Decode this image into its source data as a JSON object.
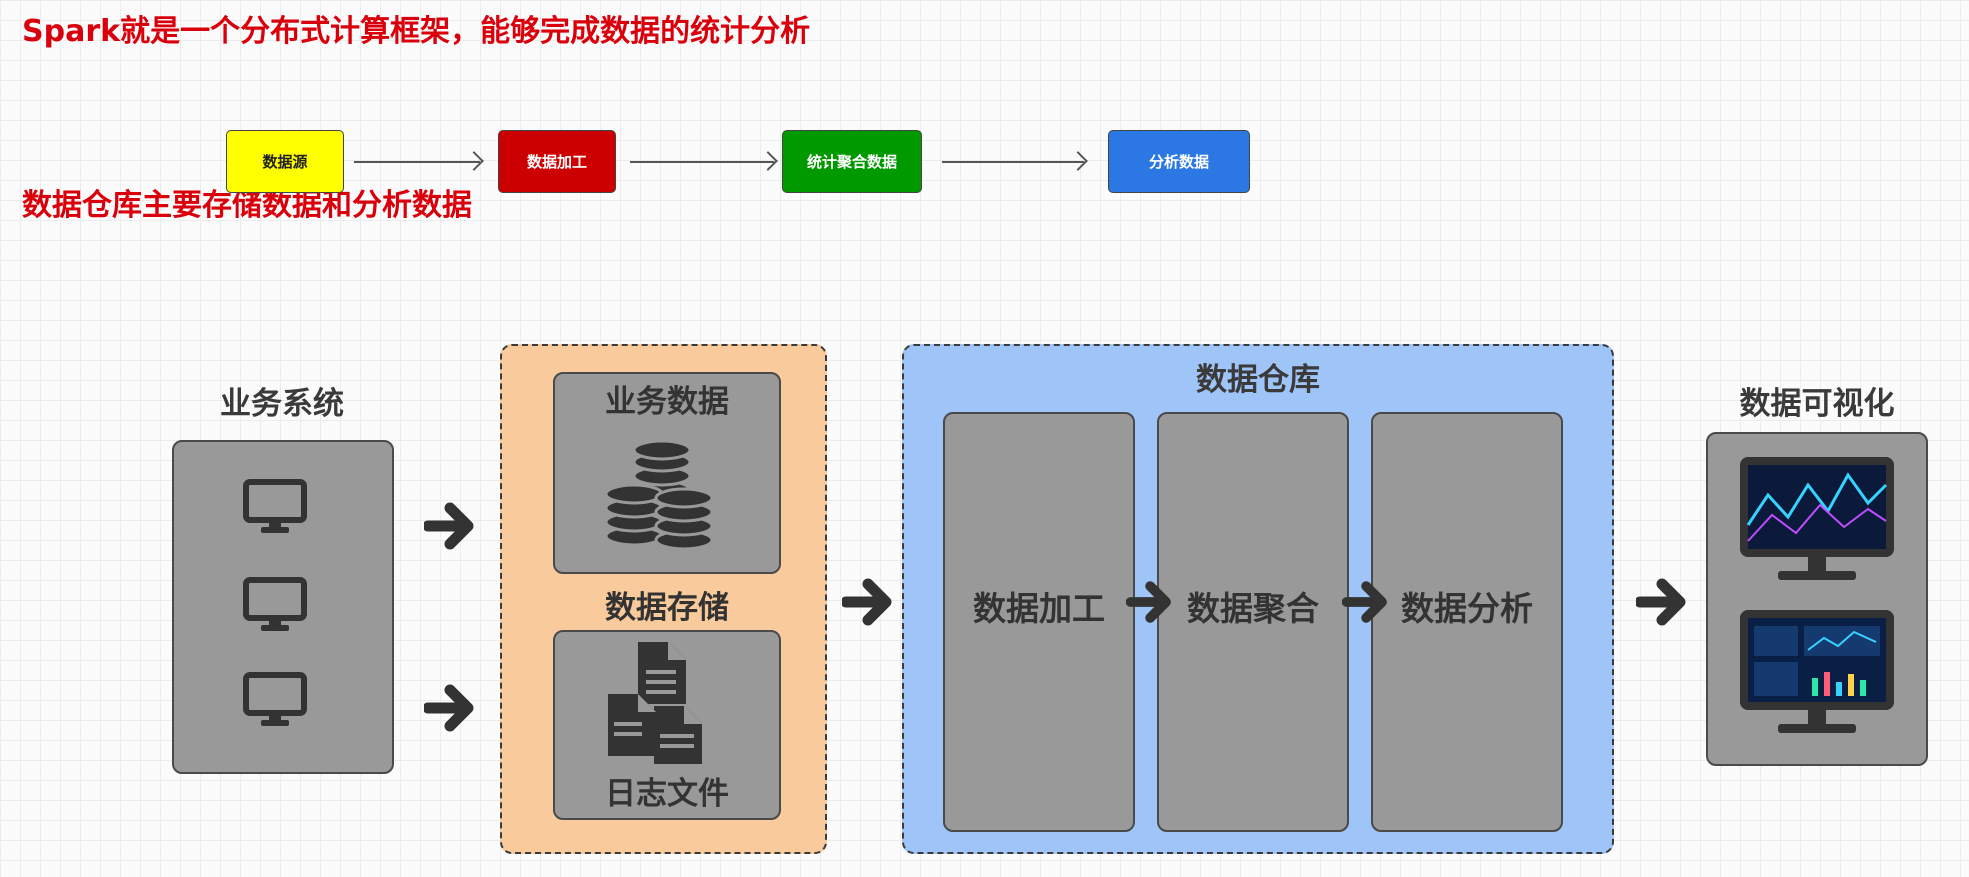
{
  "top_title": "Spark就是一个分布式计算框架，能够完成数据的统计分析",
  "flow": {
    "steps": [
      {
        "label": "数据源",
        "bg": "#ffff00",
        "fg": "#222222"
      },
      {
        "label": "数据加工",
        "bg": "#cc0000",
        "fg": "#ffffff"
      },
      {
        "label": "统计聚合数据",
        "bg": "#009900",
        "fg": "#ffffff"
      },
      {
        "label": "分析数据",
        "bg": "#2b78e4",
        "fg": "#ffffff"
      }
    ]
  },
  "second_title": "数据仓库主要存储数据和分析数据",
  "business_system": {
    "title": "业务系统"
  },
  "storage": {
    "data_label": "业务数据",
    "storage_label": "数据存储",
    "logs_label": "日志文件"
  },
  "warehouse": {
    "title": "数据仓库",
    "stages": [
      "数据加工",
      "数据聚合",
      "数据分析"
    ]
  },
  "visualization": {
    "title": "数据可视化"
  },
  "colors": {
    "title_red": "#d9000c",
    "storage_bg": "#f9cb9c",
    "warehouse_bg": "#9fc5f8",
    "panel_gray": "#999999",
    "icon_dark": "#333333"
  }
}
